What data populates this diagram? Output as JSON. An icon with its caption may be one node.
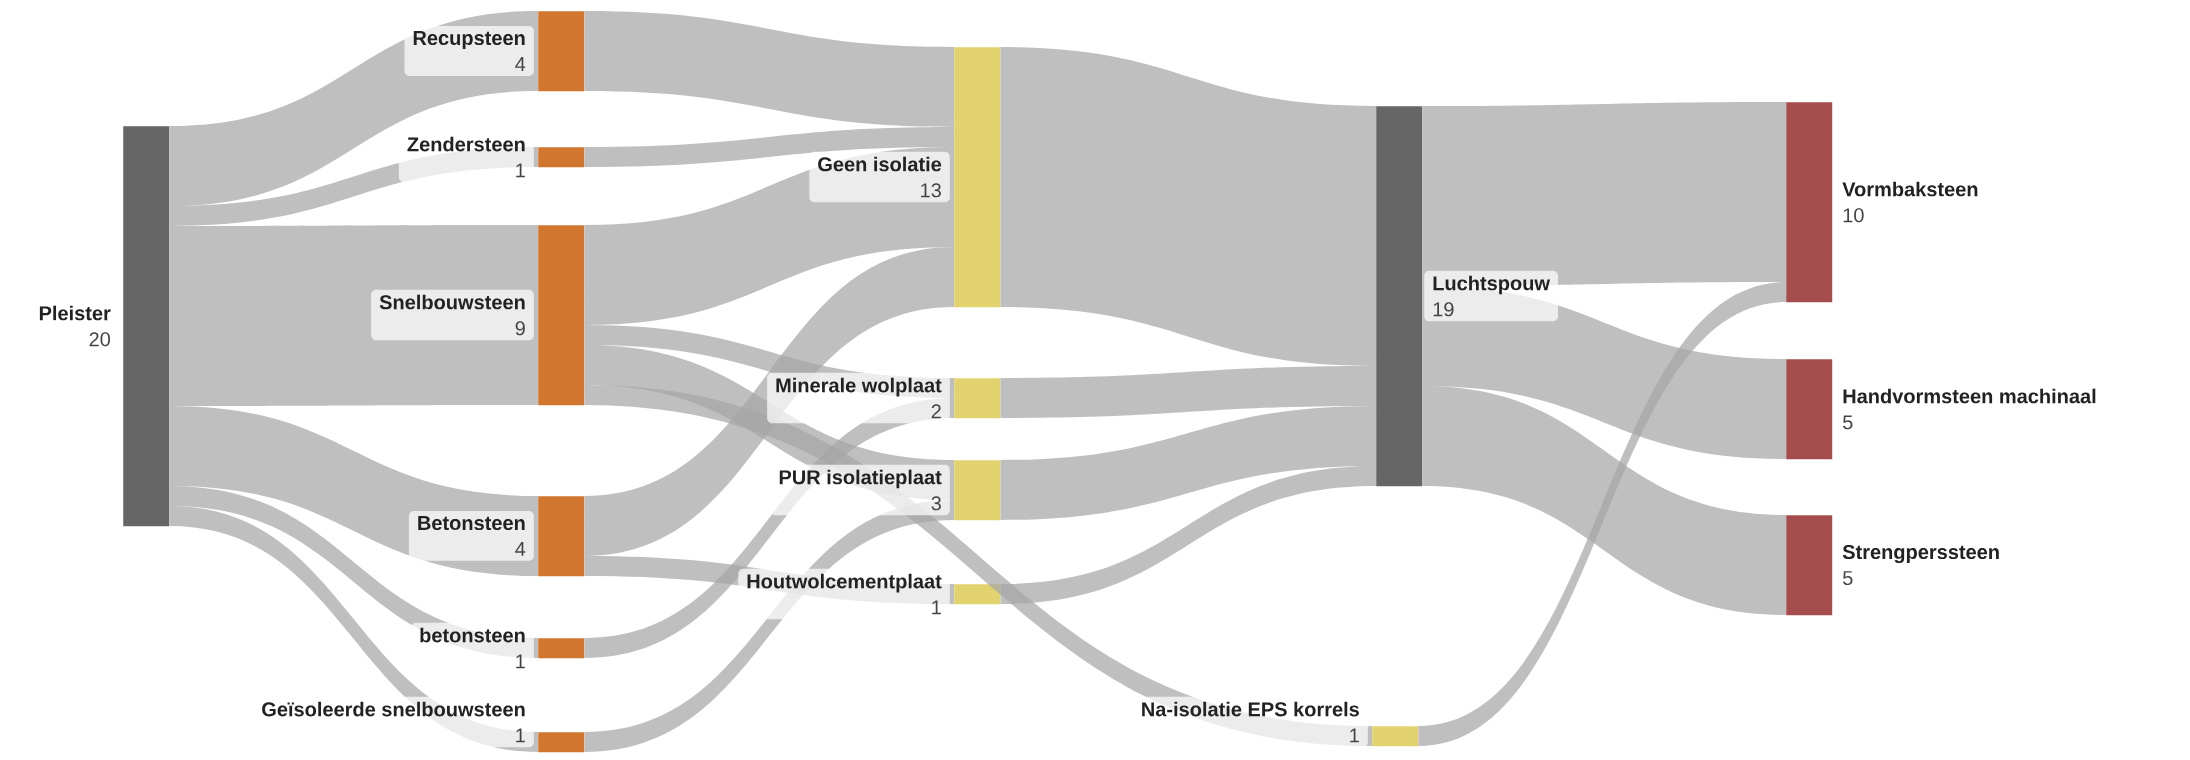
{
  "diagram": {
    "nodes": [
      {
        "text": [
          "Pleister",
          "20"
        ]
      },
      {
        "text": [
          "Recupsteen",
          "4"
        ]
      },
      {
        "text": [
          "Zendersteen",
          "1"
        ]
      },
      {
        "text": [
          "Snelbouwsteen",
          "9"
        ]
      },
      {
        "text": [
          "Betonsteen",
          "4"
        ]
      },
      {
        "text": [
          "betonsteen",
          "1"
        ]
      },
      {
        "text": [
          "Geïsoleerde snelbouwsteen",
          "1"
        ]
      },
      {
        "text": [
          "Geen isolatie",
          "13"
        ]
      },
      {
        "text": [
          "Minerale wolplaat",
          "2"
        ]
      },
      {
        "text": [
          "PUR isolatieplaat",
          "3"
        ]
      },
      {
        "text": [
          "Houtwolcementplaat",
          "1"
        ]
      },
      {
        "text": [
          "Na-isolatie EPS korrels",
          "1"
        ]
      },
      {
        "text": [
          "Luchtspouw",
          "19"
        ]
      },
      {
        "text": [
          "Vormbaksteen",
          "10"
        ]
      },
      {
        "text": [
          "Handvormsteen machinaal",
          "5"
        ]
      },
      {
        "text": [
          "Strengperssteen",
          "5"
        ]
      }
    ],
    "edges": [
      {
        "from": 0,
        "to": 1,
        "arrow": "none"
      },
      {
        "from": 0,
        "to": 2,
        "arrow": "none"
      },
      {
        "from": 0,
        "to": 3,
        "arrow": "none"
      },
      {
        "from": 0,
        "to": 4,
        "arrow": "none"
      },
      {
        "from": 0,
        "to": 5,
        "arrow": "none"
      },
      {
        "from": 0,
        "to": 6,
        "arrow": "none"
      },
      {
        "from": 1,
        "to": 7,
        "arrow": "none"
      },
      {
        "from": 2,
        "to": 7,
        "arrow": "none"
      },
      {
        "from": 3,
        "to": 7,
        "arrow": "none"
      },
      {
        "from": 3,
        "to": 8,
        "arrow": "none"
      },
      {
        "from": 3,
        "to": 9,
        "arrow": "none"
      },
      {
        "from": 3,
        "to": 11,
        "arrow": "none"
      },
      {
        "from": 4,
        "to": 7,
        "arrow": "none"
      },
      {
        "from": 4,
        "to": 10,
        "arrow": "none"
      },
      {
        "from": 5,
        "to": 8,
        "arrow": "none"
      },
      {
        "from": 6,
        "to": 9,
        "arrow": "none"
      },
      {
        "from": 7,
        "to": 12,
        "arrow": "none"
      },
      {
        "from": 8,
        "to": 12,
        "arrow": "none"
      },
      {
        "from": 9,
        "to": 12,
        "arrow": "none"
      },
      {
        "from": 10,
        "to": 12,
        "arrow": "none"
      },
      {
        "from": 11,
        "to": 13,
        "arrow": "none"
      },
      {
        "from": 12,
        "to": 13,
        "arrow": "none"
      },
      {
        "from": 12,
        "to": 14,
        "arrow": "none"
      },
      {
        "from": 12,
        "to": 15,
        "arrow": "none"
      }
    ]
  }
}
